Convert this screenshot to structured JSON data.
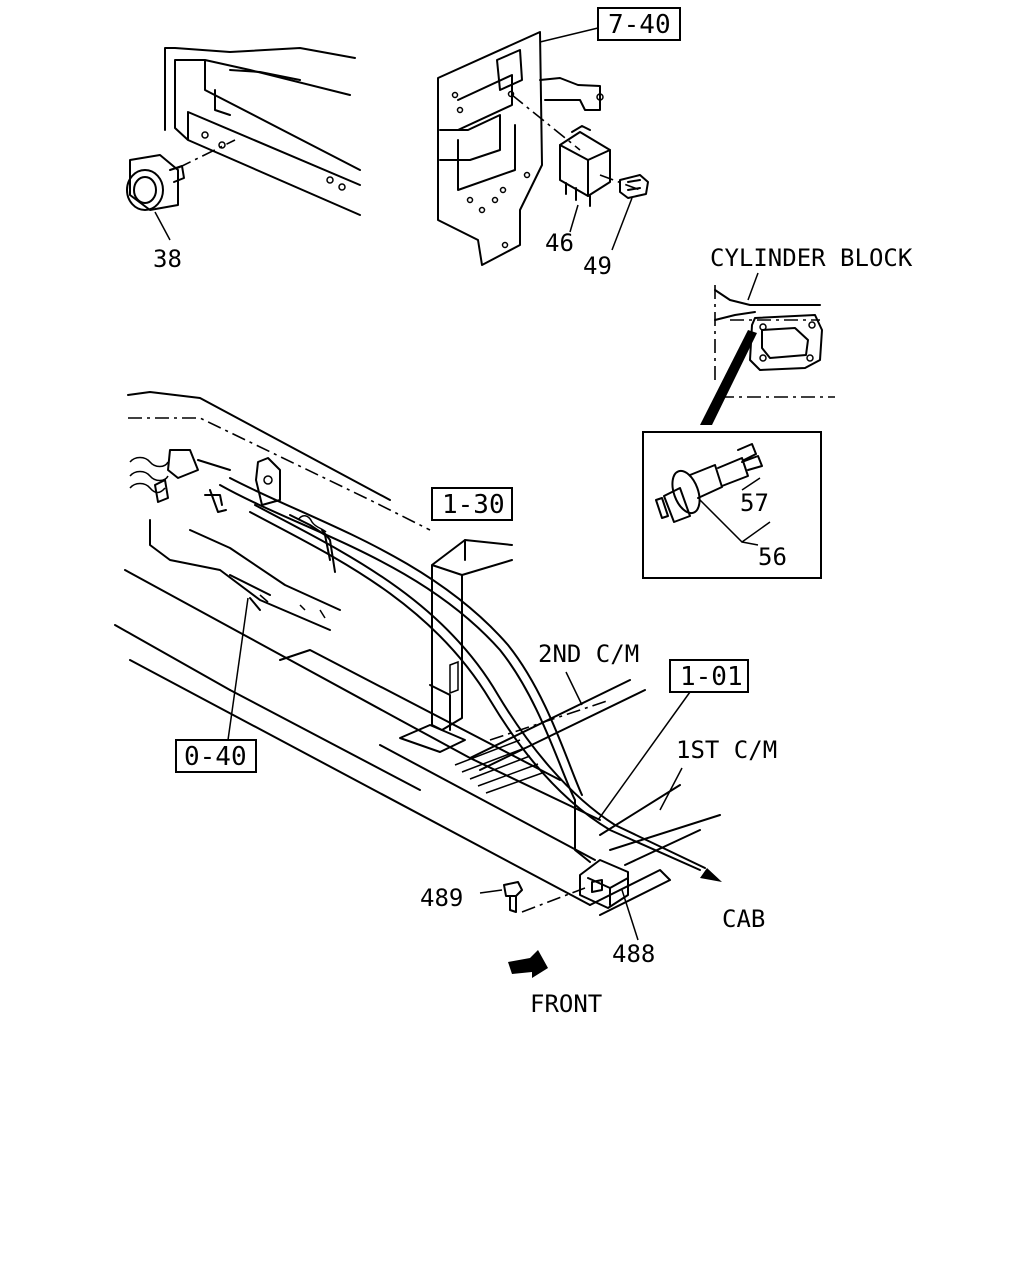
{
  "references": [
    {
      "id": "ref-7-40",
      "text": "7-40"
    },
    {
      "id": "ref-1-30",
      "text": "1-30"
    },
    {
      "id": "ref-1-01",
      "text": "1-01"
    },
    {
      "id": "ref-0-40",
      "text": "0-40"
    }
  ],
  "part_numbers": [
    {
      "id": "part-38",
      "text": "38"
    },
    {
      "id": "part-46",
      "text": "46"
    },
    {
      "id": "part-49",
      "text": "49"
    },
    {
      "id": "part-57",
      "text": "57"
    },
    {
      "id": "part-56",
      "text": "56"
    },
    {
      "id": "part-489",
      "text": "489"
    },
    {
      "id": "part-488",
      "text": "488"
    }
  ],
  "annotations": [
    {
      "id": "cylinder-block",
      "text": "CYLINDER BLOCK"
    },
    {
      "id": "2nd-cm",
      "text": "2ND C/M"
    },
    {
      "id": "1st-cm",
      "text": "1ST C/M"
    },
    {
      "id": "cab",
      "text": "CAB"
    },
    {
      "id": "front",
      "text": "FRONT"
    }
  ]
}
